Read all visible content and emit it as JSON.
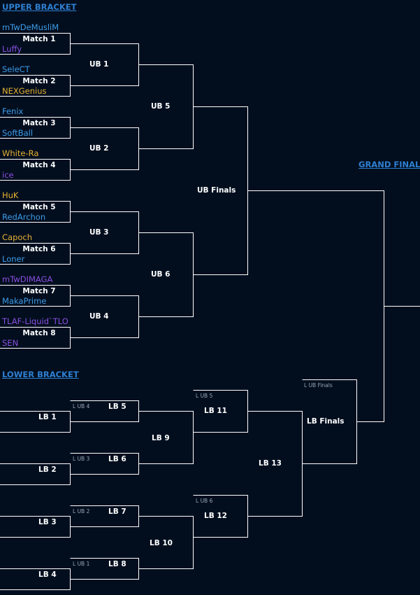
{
  "headers": {
    "upper": "UPPER BRACKET",
    "lower": "LOWER BRACKET",
    "grand_final": "GRAND FINAL"
  },
  "colors": {
    "background": "#020e1e",
    "lines": "#ffffff",
    "header_link": "#2e7fd1",
    "terran_blue": "#3d9be9",
    "zerg_purple": "#8a4fe0",
    "protoss_gold": "#e6b032"
  },
  "upper_matches": [
    {
      "label": "Match 1",
      "player1": {
        "name": "mTwDeMusliM",
        "color": "#3d9be9"
      },
      "player2": {
        "name": "Luffy",
        "color": "#8a4fe0"
      }
    },
    {
      "label": "Match 2",
      "player1": {
        "name": "SeleCT",
        "color": "#3d9be9"
      },
      "player2": {
        "name": "NEXGenius",
        "color": "#e6b032"
      }
    },
    {
      "label": "Match 3",
      "player1": {
        "name": "Fenix",
        "color": "#3d9be9"
      },
      "player2": {
        "name": "SoftBall",
        "color": "#3d9be9"
      }
    },
    {
      "label": "Match 4",
      "player1": {
        "name": "White-Ra",
        "color": "#e6b032"
      },
      "player2": {
        "name": "ice",
        "color": "#8a4fe0"
      }
    },
    {
      "label": "Match 5",
      "player1": {
        "name": "HuK",
        "color": "#e6b032"
      },
      "player2": {
        "name": "RedArchon",
        "color": "#3d9be9"
      }
    },
    {
      "label": "Match 6",
      "player1": {
        "name": "Capoch",
        "color": "#e6b032"
      },
      "player2": {
        "name": "Loner",
        "color": "#3d9be9"
      }
    },
    {
      "label": "Match 7",
      "player1": {
        "name": "mTwDIMAGA",
        "color": "#8a4fe0"
      },
      "player2": {
        "name": "MakaPrime",
        "color": "#3d9be9"
      }
    },
    {
      "label": "Match 8",
      "player1": {
        "name": "TLAF-Liquid`TLO",
        "color": "#8a4fe0"
      },
      "player2": {
        "name": "SEN",
        "color": "#8a4fe0"
      }
    }
  ],
  "upper_rounds": {
    "ub1": "UB 1",
    "ub2": "UB 2",
    "ub3": "UB 3",
    "ub4": "UB 4",
    "ub5": "UB 5",
    "ub6": "UB 6",
    "ub_finals": "UB Finals"
  },
  "lower_rounds": {
    "lb1": "LB 1",
    "lb2": "LB 2",
    "lb3": "LB 3",
    "lb4": "LB 4",
    "lb5": "LB 5",
    "lb6": "LB 6",
    "lb7": "LB 7",
    "lb8": "LB 8",
    "lb9": "LB 9",
    "lb10": "LB 10",
    "lb11": "LB 11",
    "lb12": "LB 12",
    "lb13": "LB 13",
    "lb_finals": "LB Finals"
  },
  "loser_refs": {
    "lb5": "L UB 4",
    "lb6": "L UB 3",
    "lb7": "L UB 2",
    "lb8": "L UB 1",
    "lb11": "L UB 5",
    "lb12": "L UB 6",
    "lb_finals": "L UB Finals"
  }
}
